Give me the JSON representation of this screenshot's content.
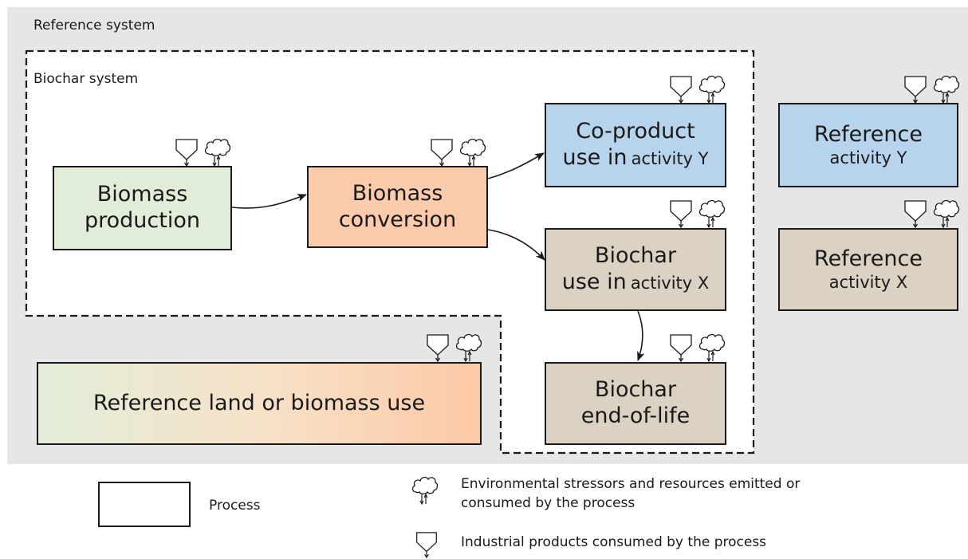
{
  "reference_system": {
    "label": "Reference system"
  },
  "biochar_system": {
    "label": "Biochar system"
  },
  "processes": {
    "biomass_production": {
      "line1": "Biomass",
      "line2": "production"
    },
    "biomass_conversion": {
      "line1": "Biomass",
      "line2": "conversion"
    },
    "coproduct_use": {
      "line1": "Co-product",
      "line2_main": "use in",
      "line2_small": "activity Y"
    },
    "biochar_use": {
      "line1": "Biochar",
      "line2_main": "use in",
      "line2_small": "activity X"
    },
    "biochar_eol": {
      "line1": "Biochar",
      "line2": "end-of-life"
    },
    "reference_y": {
      "line1": "Reference",
      "line2": "activity Y"
    },
    "reference_x": {
      "line1": "Reference",
      "line2": "activity X"
    },
    "reference_land": {
      "label": "Reference land or biomass use"
    }
  },
  "legend": {
    "process": "Process",
    "stressors": "Environmental stressors and resources emitted or consumed by the process",
    "industrial": "Industrial products consumed by the process"
  },
  "colors": {
    "reference_bg": "#e6e6e6",
    "biomass_production": "#e2edd9",
    "biomass_conversion": "#fbcbab",
    "activity_y": "#b8d3ec",
    "activity_x": "#dbd2c3"
  },
  "icons": {
    "cloud": "cloud-icon",
    "funnel": "funnel-icon"
  }
}
